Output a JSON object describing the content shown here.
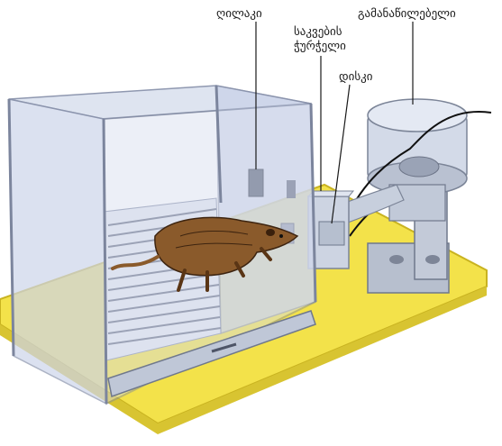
{
  "labels": {
    "lever": "ღილაკი",
    "food_container_line1": "საკვების",
    "food_container_line2": "ჭურჭელი",
    "disk": "დისკი",
    "dispenser": "გამანაწილებელი"
  },
  "colors": {
    "base": "#f3e24a",
    "glass": "#c9d2e8",
    "frame": "#8a93ac",
    "floor_bars": "#6b7388",
    "rat": "#8a5a2b",
    "metal": "#a9b3c4"
  },
  "illustration": {
    "subject": "rat-icon",
    "apparatus": "operant-chamber"
  }
}
